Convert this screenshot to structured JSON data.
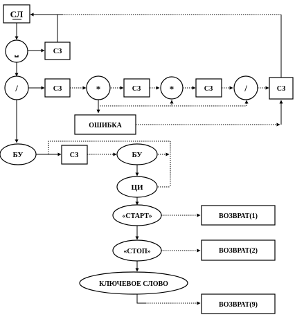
{
  "nodes": {
    "sl": "СЛ",
    "space": "⎵",
    "sz": "СЗ",
    "slash": "/",
    "star": "*",
    "error": "ОШИБКА",
    "bu": "БУ",
    "ci": "ЦИ",
    "start": "«СТАРТ»",
    "stop": "«СТОП»",
    "keyword": "КЛЮЧЕВОЕ  СЛОВО",
    "ret1": "ВОЗВРАТ(1)",
    "ret2": "ВОЗВРАТ(2)",
    "ret9": "ВОЗВРАТ(9)"
  }
}
